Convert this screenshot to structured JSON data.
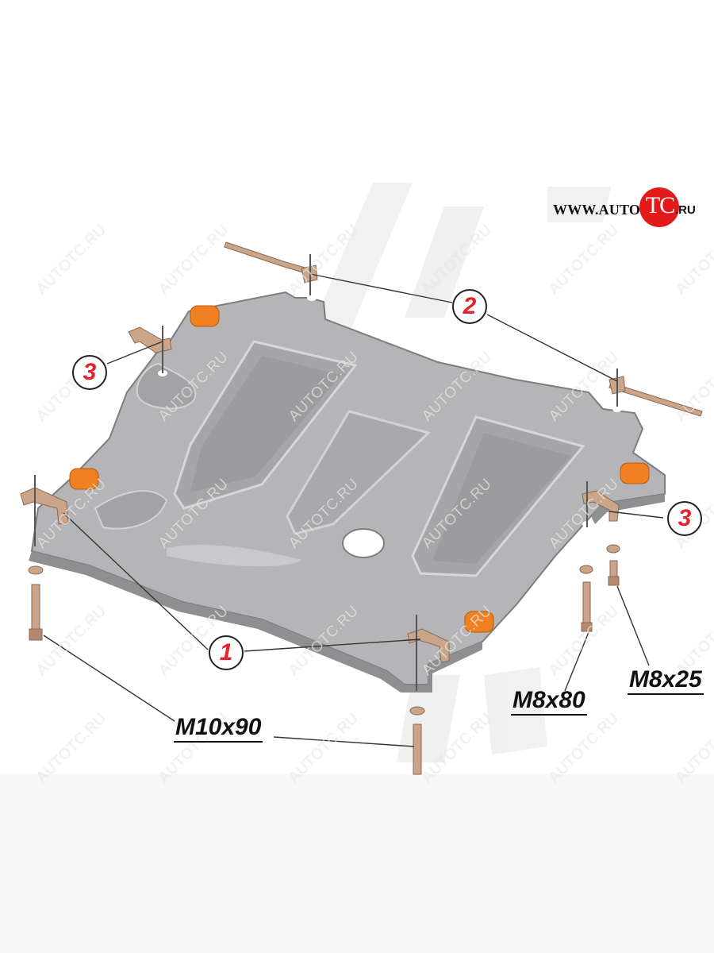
{
  "logo": {
    "prefix": "WWW.AUTO",
    "circle_text": "TC",
    "suffix": ".RU",
    "accent_color": "#e31a1a"
  },
  "callouts": [
    {
      "number": "1",
      "part": "bracket-front"
    },
    {
      "number": "2",
      "part": "strap-rear"
    },
    {
      "number": "3",
      "part": "bracket-side-left"
    },
    {
      "number": "3",
      "part": "bracket-side-right"
    }
  ],
  "bolts": {
    "m10x90": "M10x90",
    "m8x80": "M8x80",
    "m8x25": "M8x25"
  },
  "watermark": "AUTOTC.RU",
  "colors": {
    "plate": "#b3b3b5",
    "plate_dark": "#8f8f92",
    "hardware": "#caa58a",
    "pads": "#f08020",
    "callout_number": "#e8202a",
    "background_top": "#ffffff",
    "background_bottom": "#f7f7f7"
  }
}
